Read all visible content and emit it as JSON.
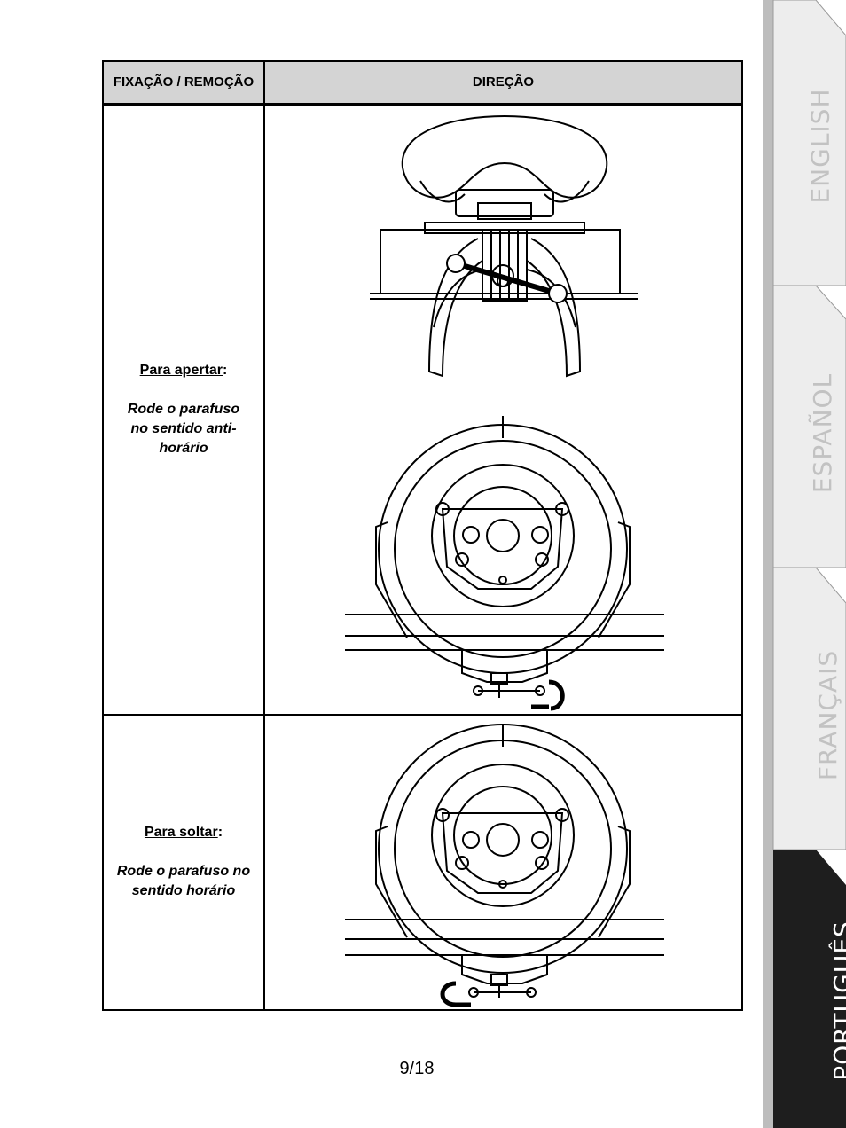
{
  "table": {
    "header_col1": "FIXAÇÃO / REMOÇÃO",
    "header_col2": "DIREÇÃO",
    "rows": [
      {
        "instruction_head": "Para apertar",
        "instruction_body": "Rode o parafuso no sentido anti-horário"
      },
      {
        "instruction_head": "Para soltar",
        "instruction_body": "Rode o parafuso no sentido horário"
      }
    ]
  },
  "page_number": "9/18",
  "language_tabs": [
    {
      "label": "ENGLISH",
      "active": false
    },
    {
      "label": "ESPAÑOL",
      "active": false
    },
    {
      "label": "FRANÇAIS",
      "active": false
    },
    {
      "label": "PORTUGUÊS",
      "active": true
    }
  ],
  "colors": {
    "header_bg": "#d4d4d4",
    "tab_inactive": "#ededed",
    "tab_active": "#1e1e1e",
    "tab_text_inactive": "#c2c2c2",
    "tab_text_active": "#ffffff"
  }
}
